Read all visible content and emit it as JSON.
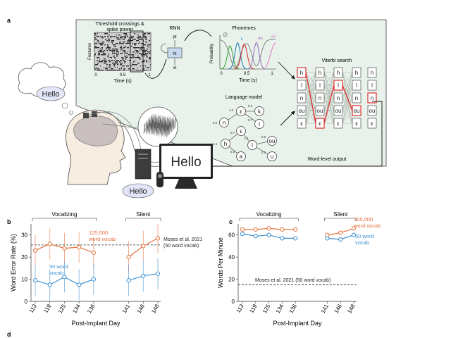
{
  "panel_labels": {
    "a": "a",
    "b": "b",
    "c": "c",
    "d": "d"
  },
  "pipeline": {
    "hello_speech": "Hello",
    "hello_screen": "Hello",
    "hello_output": "Hello",
    "features_title_1": "Threshold crossings &",
    "features_title_2": "spike power",
    "features_ylabel": "Features",
    "features_ticks": [
      "0",
      "0.5",
      "1"
    ],
    "features_xlabel": "Time (s)",
    "rnn_title": "RNN",
    "rnn_pt": "pt",
    "rnn_ht": "ht",
    "rnn_xt": "xt",
    "phonemes_title": "Phonemes",
    "phonemes_ylabel": "Probability",
    "phonemes_ticks": [
      "0",
      "0.5",
      "1"
    ],
    "phonemes_xlabel": "Time (s)",
    "phoneme_labels": [
      "ε",
      "ou",
      "sil"
    ],
    "phoneme_colors": {
      "blank": "#888888",
      "h": "#2ca02c",
      "e": "#1f77b4",
      "l": "#d62728",
      "ou": "#9467bd",
      "sil": "#e377c2"
    },
    "lm_title": "Language model",
    "lm_nodes": [
      "n",
      "ε",
      "k",
      "t",
      "h",
      "ε",
      "l",
      "ou",
      "a",
      "u"
    ],
    "lm_weights": [
      "1.0",
      "0.3",
      "0.6",
      "0.7",
      "0.7",
      "1.0",
      "0.9",
      "0.4",
      "0.3",
      "0.1"
    ],
    "viterbi_title": "Viterbi search",
    "viterbi_rows": [
      "h",
      "l",
      "n",
      "ou",
      "ε"
    ],
    "word_output": "Word-level output"
  },
  "chart_data": [
    {
      "type": "line",
      "title": "",
      "xlabel": "Post-Implant Day",
      "ylabel": "Word Error Rate (%)",
      "categories": [
        "113",
        "119",
        "125",
        "134",
        "136",
        "141",
        "146",
        "148"
      ],
      "groups": [
        {
          "name": "Vocalizing",
          "categories": [
            "113",
            "119",
            "125",
            "134",
            "136"
          ]
        },
        {
          "name": "Silent",
          "categories": [
            "141",
            "146",
            "148"
          ]
        }
      ],
      "ylim": [
        0,
        35
      ],
      "yticks": [
        0,
        10,
        20,
        30
      ],
      "series": [
        {
          "name": "125,000 word vocab",
          "name_lines": [
            "125,000",
            "word vocab"
          ],
          "color": "#e4703a",
          "values": [
            23,
            26,
            24,
            24.5,
            22,
            20,
            25,
            28.5
          ]
        },
        {
          "name": "50 word vocab",
          "name_lines": [
            "50 word",
            "vocab"
          ],
          "color": "#3a8fd0",
          "values": [
            9.5,
            7.5,
            11,
            7.5,
            10,
            9.5,
            11.5,
            12.5
          ]
        }
      ],
      "reference": {
        "value": 25.5,
        "label_lines": [
          "Moses et al. 2021",
          "(50 word vocab)"
        ]
      }
    },
    {
      "type": "line",
      "title": "",
      "xlabel": "Post-Implant Day",
      "ylabel": "Words Per Minute",
      "categories": [
        "113",
        "119",
        "125",
        "134",
        "136",
        "141",
        "146",
        "148"
      ],
      "groups": [
        {
          "name": "Vocalizing",
          "categories": [
            "113",
            "119",
            "125",
            "134",
            "136"
          ]
        },
        {
          "name": "Silent",
          "categories": [
            "141",
            "146",
            "148"
          ]
        }
      ],
      "ylim": [
        0,
        70
      ],
      "yticks": [
        0,
        20,
        40,
        60
      ],
      "series": [
        {
          "name": "125,000 word vocab",
          "name_lines": [
            "125,000",
            "word vocab"
          ],
          "color": "#e4703a",
          "values": [
            65,
            65,
            66,
            65,
            65,
            60,
            62,
            66
          ]
        },
        {
          "name": "50 word vocab",
          "name_lines": [
            "50 word",
            "vocab"
          ],
          "color": "#3a8fd0",
          "values": [
            61,
            59,
            60,
            57,
            57,
            57,
            56,
            60
          ]
        }
      ],
      "reference": {
        "value": 15,
        "label_lines": [
          "Moses et al. 2021 (50 word vocab)"
        ]
      }
    }
  ]
}
